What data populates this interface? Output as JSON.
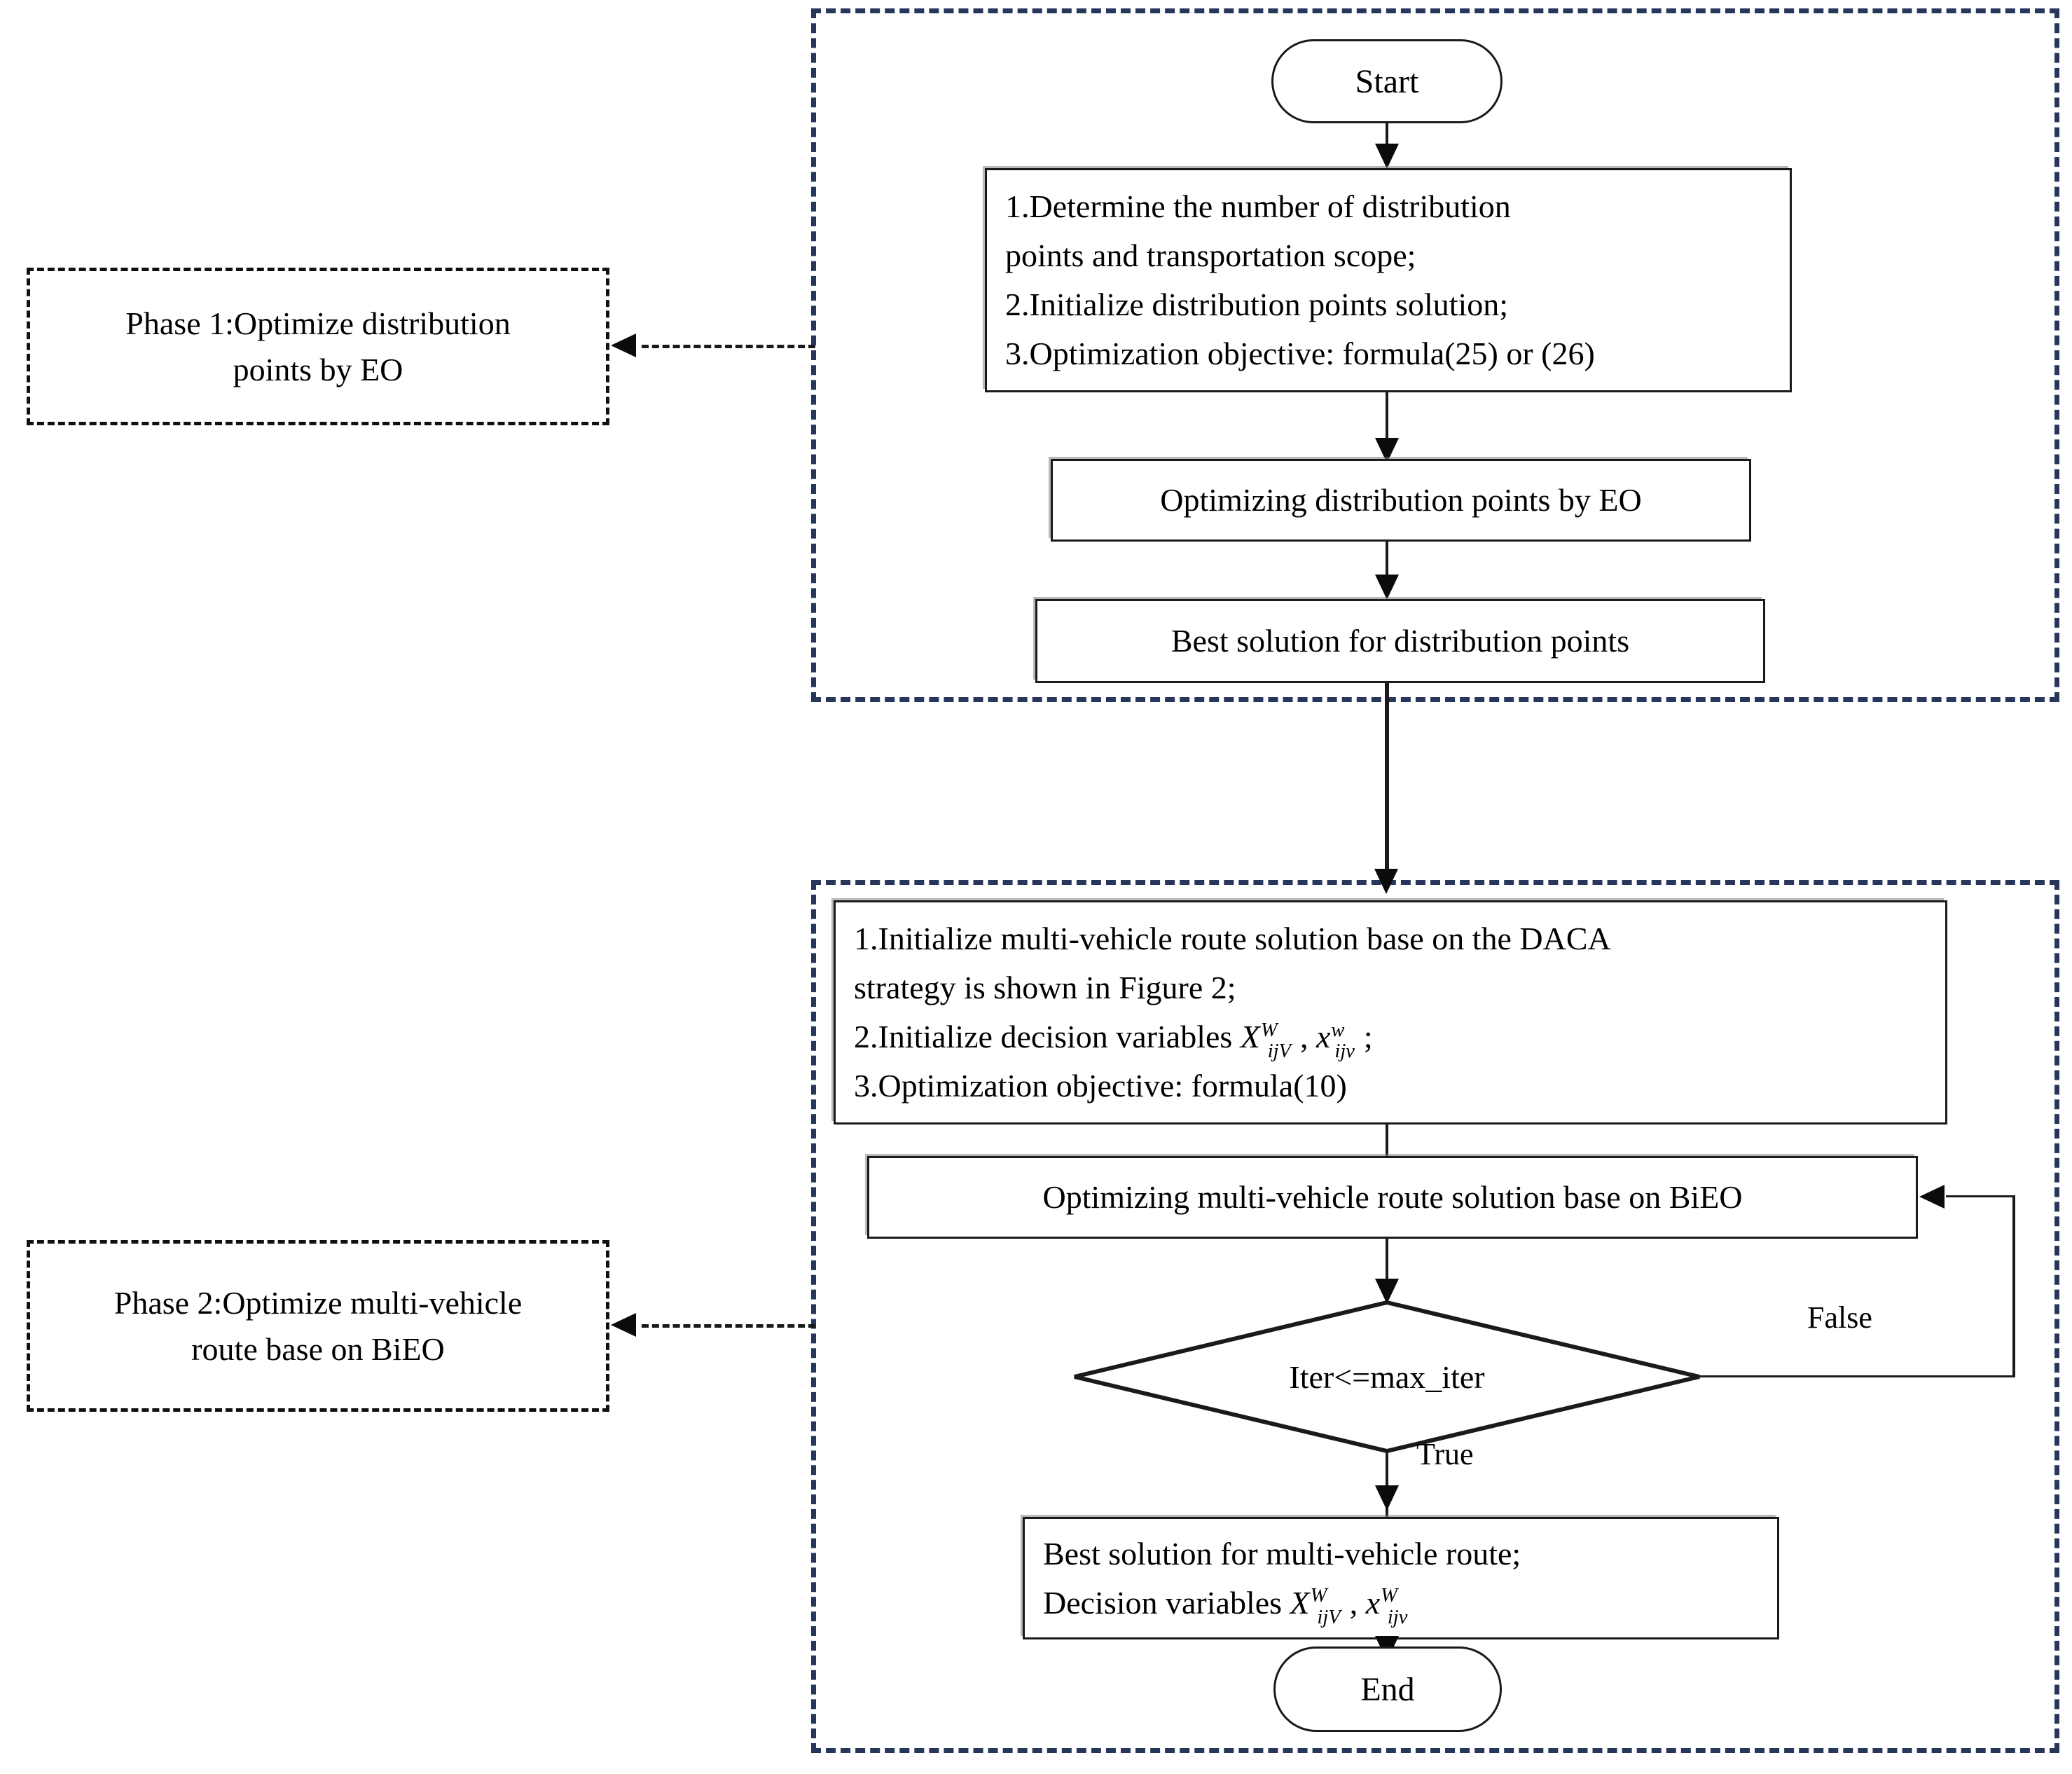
{
  "diagram": {
    "title": "Two-phase optimization flowchart",
    "colors": {
      "phase_border": "#27375c",
      "node_border": "#1a1a1a",
      "text": "#000000",
      "background": "#ffffff"
    },
    "phase1": {
      "label_line1": "Phase 1:Optimize distribution",
      "label_line2": "points by EO",
      "start_node": "Start",
      "step_box": {
        "line1": "1.Determine the number of distribution",
        "line2": "points and transportation scope;",
        "line3": "2.Initialize distribution points solution;",
        "line4": "3.Optimization objective: formula(25) or (26)"
      },
      "optimize_box": "Optimizing distribution points by EO",
      "result_box": "Best solution for distribution points"
    },
    "phase2": {
      "label_line1": "Phase 2:Optimize multi-vehicle",
      "label_line2": "route base on BiEO",
      "step_box": {
        "line1": "1.Initialize multi-vehicle route solution base on the DACA",
        "line2": "strategy is shown in Figure 2;",
        "line3_prefix": "2.Initialize decision variables ",
        "line3_var1_base": "X",
        "line3_var1_sup": "W",
        "line3_var1_sub": "ijV",
        "line3_sep": ", ",
        "line3_var2_base": "x",
        "line3_var2_sup": "w",
        "line3_var2_sub": "ijv",
        "line3_suffix": ";",
        "line4": "3.Optimization objective: formula(10)"
      },
      "optimize_box": "Optimizing multi-vehicle route solution base on BiEO",
      "decision": "Iter<=max_iter",
      "edge_false": "False",
      "edge_true": "True",
      "result_box": {
        "line1": "Best solution for multi-vehicle route;",
        "line2_prefix": "Decision variables ",
        "line2_var1_base": "X",
        "line2_var1_sup": "W",
        "line2_var1_sub": "ijV",
        "line2_sep": ", ",
        "line2_var2_base": "x",
        "line2_var2_sup": "W",
        "line2_var2_sub": "ijv"
      },
      "end_node": "End"
    }
  }
}
